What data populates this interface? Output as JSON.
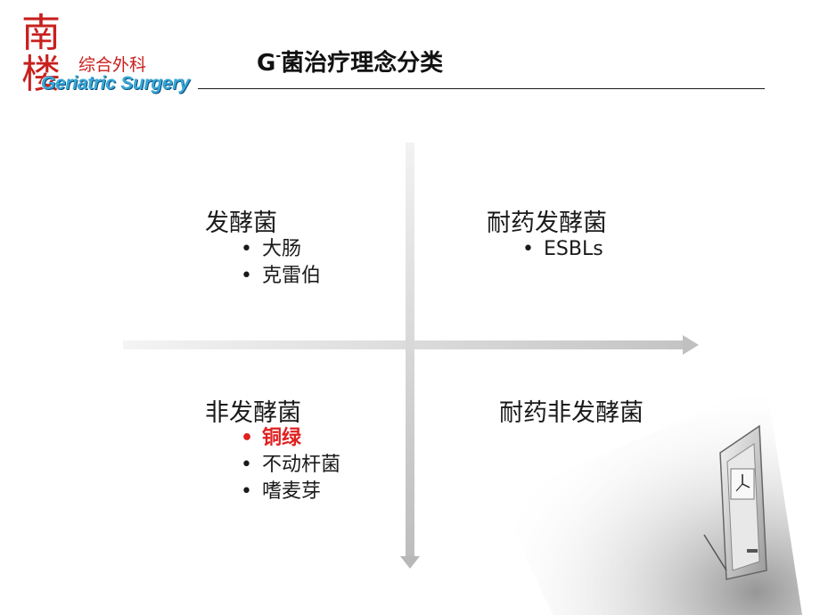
{
  "logo": {
    "nan": "南",
    "lou": "楼",
    "department": "综合外科",
    "english": "Geriatric Surgery"
  },
  "slide": {
    "title_main": "G",
    "title_sup": "-",
    "title_rest": "菌治疗理念分类"
  },
  "quadrants": {
    "top_left": {
      "title": "发酵菌",
      "items": [
        "大肠",
        "克雷伯"
      ]
    },
    "top_right": {
      "title": "耐药发酵菌",
      "items": [
        "ESBLs"
      ]
    },
    "bottom_left": {
      "title": "非发酵菌",
      "items": [
        "铜绿",
        "不动杆菌",
        "嗜麦芽"
      ],
      "highlight_color": "#e02020"
    },
    "bottom_right": {
      "title": "耐药非发酵菌"
    }
  },
  "bullet_symbol": "•",
  "colors": {
    "logo_red": "#c8201e",
    "logo_blue": "#37a8d8",
    "highlight": "#e02020"
  },
  "decor": {
    "image": "wall-clock-picture-frame"
  }
}
